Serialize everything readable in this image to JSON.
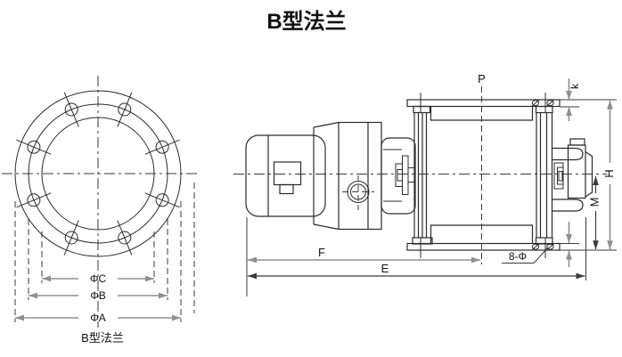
{
  "title": "B型法兰",
  "flange_view": {
    "caption": "B型法兰",
    "dim_c_label": "ΦC",
    "dim_b_label": "ΦB",
    "dim_a_label": "ΦA",
    "bolt_hole_count": 8
  },
  "side_view": {
    "dim_p_label": "P",
    "dim_k_label": "k",
    "dim_h_label": "H",
    "dim_m_label": "M",
    "dim_f_label": "F",
    "dim_e_label": "E",
    "bolt_note_label": "8-Φ"
  },
  "colors": {
    "line": "#2b2b2b",
    "dimension_gray": "#8f8f8f",
    "dimension_dark": "#3a3a3a",
    "background": "#ffffff"
  }
}
